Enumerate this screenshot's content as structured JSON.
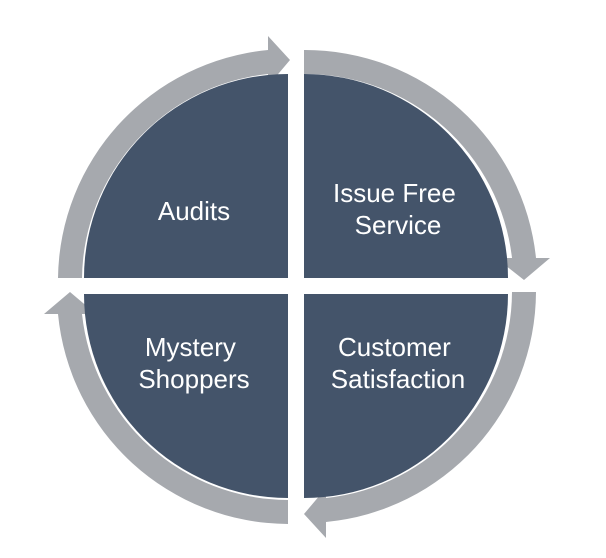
{
  "diagram": {
    "quadrants": [
      {
        "id": "top-left",
        "lines": [
          "Audits"
        ]
      },
      {
        "id": "top-right",
        "lines": [
          "Issue Free",
          "Service"
        ]
      },
      {
        "id": "bottom-right",
        "lines": [
          "Customer",
          "Satisfaction"
        ]
      },
      {
        "id": "bottom-left",
        "lines": [
          "Mystery",
          "Shoppers"
        ]
      }
    ],
    "colors": {
      "quadrant_fill": "#44546a",
      "arrow_ring": "#a6a9ae",
      "background": "#ffffff"
    },
    "arrow_direction": "clockwise"
  }
}
